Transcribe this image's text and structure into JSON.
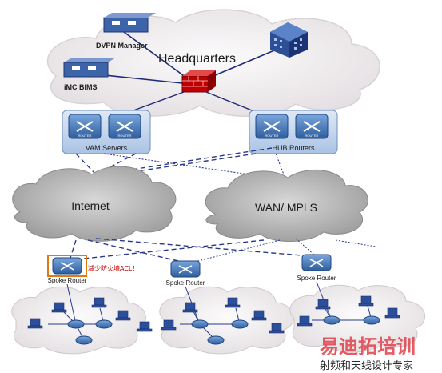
{
  "headquarters": {
    "title": "Headquarters",
    "dvpn_manager": "DVPN Manager",
    "imc_bims": "iMC BIMS"
  },
  "hubs": {
    "vam_servers": "VAM Servers",
    "hub_routers": "HUB Routers",
    "router_chip": "ROUTER"
  },
  "clouds": {
    "internet": "Internet",
    "wan": "WAN/ MPLS"
  },
  "spokes": {
    "spoke_label": "Spoke Router",
    "callout": "减少防火墙ACL！",
    "router_chip": "ROUTER"
  },
  "watermark": {
    "title": "易迪拓培训",
    "subtitle": "射频和天线设计专家"
  },
  "colors": {
    "cloud": "#f3f0f2",
    "dark_cloud": "#b0b0b0",
    "router_blue": "#4a78b8",
    "line_blue": "#2a3a8c",
    "accent_red": "#c00000",
    "watermark_red": "#e0404a"
  }
}
